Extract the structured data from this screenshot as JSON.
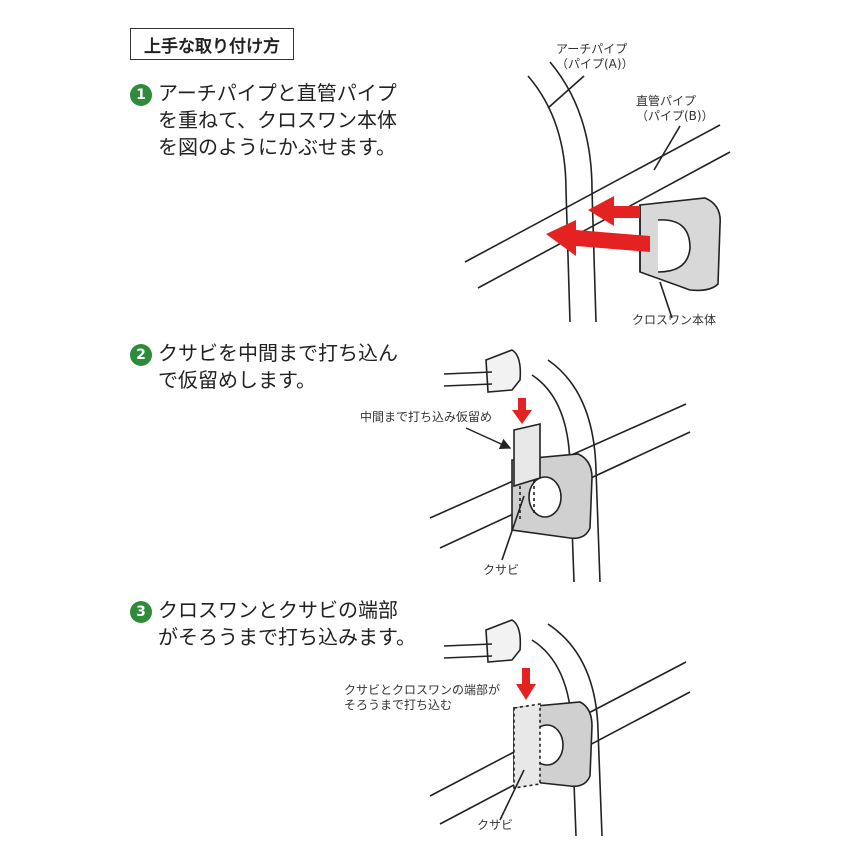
{
  "header": {
    "title": "上手な取り付け方"
  },
  "steps": [
    {
      "number": "1",
      "line1": "アーチパイプと直管パイプ",
      "line2": "を重ねて、クロスワン本体",
      "line3": "を図のようにかぶせます。"
    },
    {
      "number": "2",
      "line1": "クサビを中間まで打ち込ん",
      "line2": "で仮留めします。"
    },
    {
      "number": "3",
      "line1": "クロスワンとクサビの端部",
      "line2": "がそろうまで打ち込みます。"
    }
  ],
  "labels": {
    "arch_pipe_1": "アーチパイプ",
    "arch_pipe_2": "（パイプ(A)）",
    "straight_pipe_1": "直管パイプ",
    "straight_pipe_2": "（パイプ(B)）",
    "crosswan_body": "クロスワン本体",
    "mid_drive": "中間まで打ち込み仮留め",
    "wedge_2": "クサビ",
    "align_1": "クサビとクロスワンの端部が",
    "align_2": "そろうまで打ち込む",
    "wedge_3": "クサビ"
  },
  "colors": {
    "accent_red": "#e52222",
    "step_green": "#2e8b3a",
    "line": "#222222"
  }
}
